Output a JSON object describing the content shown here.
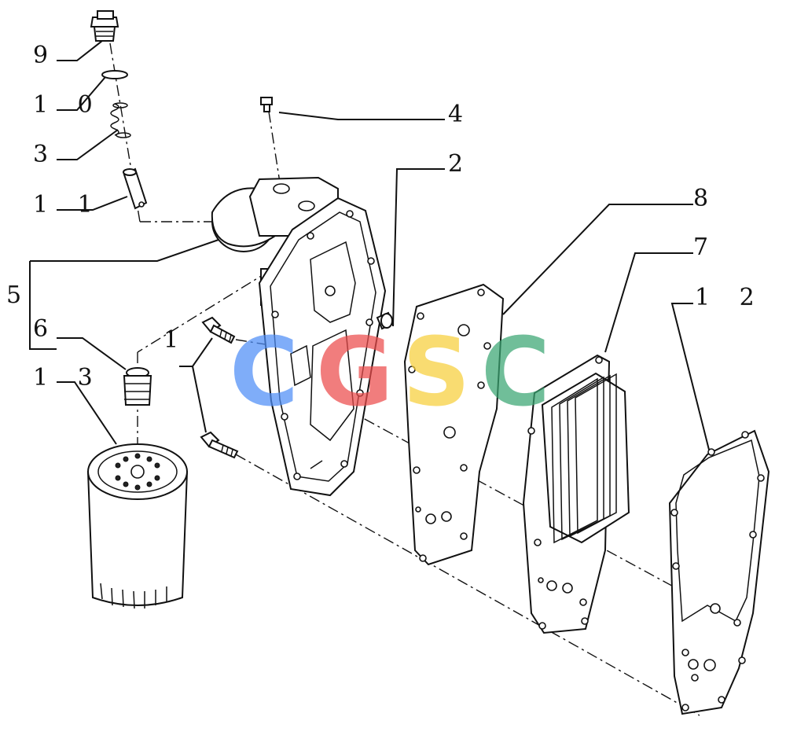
{
  "labels": {
    "l9": "9",
    "l10": "1 0",
    "l3": "3",
    "l11": "1 1",
    "l5": "5",
    "l6": "6",
    "l13": "1 3",
    "l4": "4",
    "l2": "2",
    "l1": "1",
    "l8": "8",
    "l7": "7",
    "l12": "1 2"
  },
  "watermark": {
    "letters": [
      "C",
      "G",
      "S",
      "C"
    ],
    "colors": [
      "#4f8ef7",
      "#ec4c4c",
      "#f7cf3b",
      "#3aa672"
    ]
  }
}
